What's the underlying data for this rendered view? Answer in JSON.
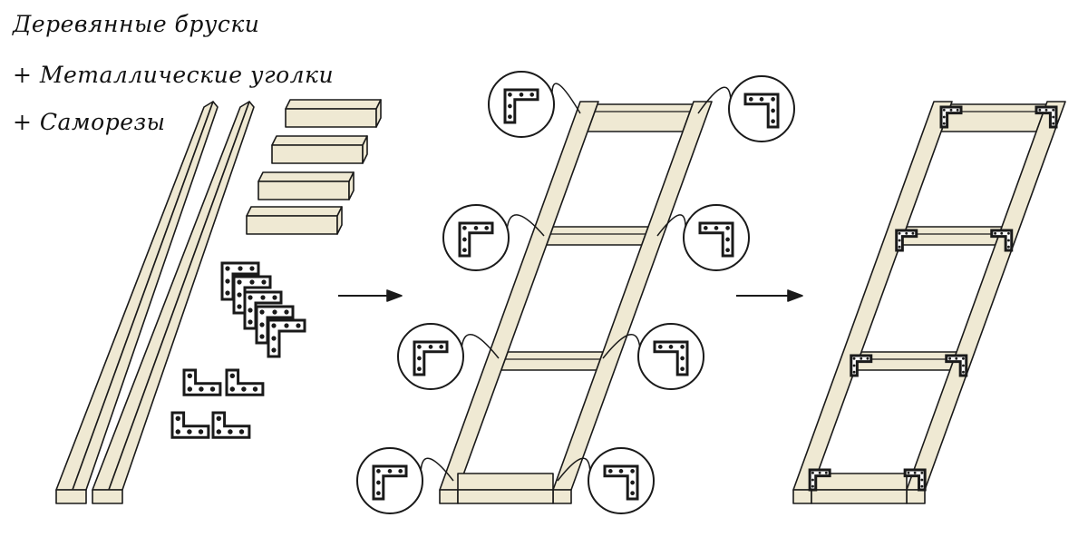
{
  "materials": {
    "line1": "Деревянные бруски",
    "line2": "+ Металлические уголки",
    "line3": "+ Саморезы"
  },
  "colors": {
    "wood": "#efe9d3",
    "outline": "#1a1a1a",
    "bracket": "#ffffff"
  },
  "steps": [
    "materials",
    "frame-with-corner-details",
    "assembled-frame"
  ]
}
